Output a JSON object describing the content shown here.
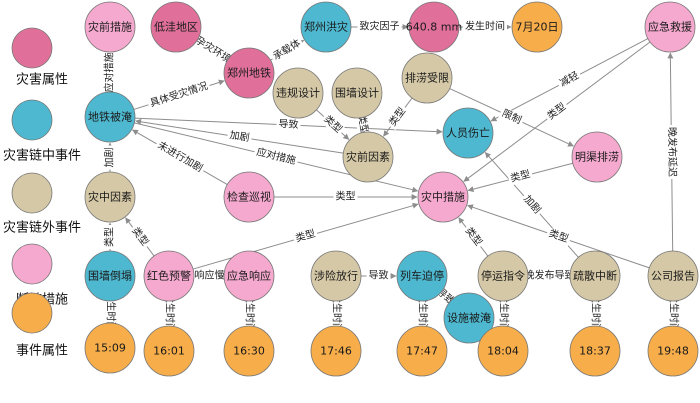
{
  "colors": {
    "attribute": "#e0709a",
    "in_chain": "#4db8cf",
    "out_chain": "#d5c8a6",
    "break_measure": "#f6a9cf",
    "event_attr": "#f6ad4a",
    "edge": "#8d8d8d"
  },
  "legend": [
    {
      "id": "attribute",
      "label": "灾害属性"
    },
    {
      "id": "in_chain",
      "label": "灾害链中事件"
    },
    {
      "id": "out_chain",
      "label": "灾害链外事件"
    },
    {
      "id": "break_measure",
      "label": "断链措施"
    },
    {
      "id": "event_attr",
      "label": "事件属性"
    }
  ],
  "nodes": [
    {
      "id": "zaiqian_cuoshi",
      "label": "灾前措施",
      "type": "break_measure"
    },
    {
      "id": "diwa_diqu",
      "label": "低洼地区",
      "type": "attribute"
    },
    {
      "id": "zhengzhou_hongzai",
      "label": "郑州洪灾",
      "type": "in_chain"
    },
    {
      "id": "mm6408",
      "label": "640.8 mm",
      "type": "attribute"
    },
    {
      "id": "jul20",
      "label": "7月20日",
      "type": "event_attr"
    },
    {
      "id": "yingji_jiuyuan",
      "label": "应急救援",
      "type": "break_measure"
    },
    {
      "id": "zhengzhou_ditie",
      "label": "郑州地铁",
      "type": "attribute"
    },
    {
      "id": "weigui_sheji",
      "label": "违规设计",
      "type": "out_chain"
    },
    {
      "id": "weiqiang_sheji",
      "label": "围墙设计",
      "type": "out_chain"
    },
    {
      "id": "paolao_shouxian",
      "label": "排涝受限",
      "type": "out_chain"
    },
    {
      "id": "ditie_beiyan",
      "label": "地铁被淹",
      "type": "in_chain"
    },
    {
      "id": "zaiqian_yinsu",
      "label": "灾前因素",
      "type": "out_chain"
    },
    {
      "id": "renyuan_shangwang",
      "label": "人员伤亡",
      "type": "in_chain"
    },
    {
      "id": "mingqu_paolao",
      "label": "明渠排涝",
      "type": "break_measure"
    },
    {
      "id": "zaizhong_yinsu",
      "label": "灾中因素",
      "type": "out_chain"
    },
    {
      "id": "jiancha_xunshi",
      "label": "检查巡视",
      "type": "break_measure"
    },
    {
      "id": "zaizhong_cuoshi",
      "label": "灾中措施",
      "type": "break_measure"
    },
    {
      "id": "weiqiang_daota",
      "label": "围墙倒塌",
      "type": "in_chain"
    },
    {
      "id": "hongse_yujing",
      "label": "红色预警",
      "type": "break_measure"
    },
    {
      "id": "yingji_xiangying",
      "label": "应急响应",
      "type": "break_measure"
    },
    {
      "id": "sheyan_fangxing",
      "label": "涉险放行",
      "type": "out_chain"
    },
    {
      "id": "lieche_poting",
      "label": "列车迫停",
      "type": "in_chain"
    },
    {
      "id": "tingyun_zhiling",
      "label": "停运指令",
      "type": "out_chain"
    },
    {
      "id": "shusan_zhongduan",
      "label": "疏散中断",
      "type": "out_chain"
    },
    {
      "id": "gongsi_baogao",
      "label": "公司报告",
      "type": "out_chain"
    },
    {
      "id": "sheshi_beiyan",
      "label": "设施被淹",
      "type": "in_chain"
    },
    {
      "id": "t1509",
      "label": "15:09",
      "type": "event_attr"
    },
    {
      "id": "t1601",
      "label": "16:01",
      "type": "event_attr"
    },
    {
      "id": "t1630",
      "label": "16:30",
      "type": "event_attr"
    },
    {
      "id": "t1746",
      "label": "17:46",
      "type": "event_attr"
    },
    {
      "id": "t1747",
      "label": "17:47",
      "type": "event_attr"
    },
    {
      "id": "t1804",
      "label": "18:04",
      "type": "event_attr"
    },
    {
      "id": "t1837",
      "label": "18:37",
      "type": "event_attr"
    },
    {
      "id": "t1948",
      "label": "19:48",
      "type": "event_attr"
    }
  ],
  "edges": [
    {
      "from": "zhengzhou_hongzai",
      "to": "mm6408",
      "label": "致灾因子"
    },
    {
      "from": "mm6408",
      "to": "jul20",
      "label": "发生时间"
    },
    {
      "from": "zhengzhou_ditie",
      "to": "diwa_diqu",
      "label": "孕灾环境"
    },
    {
      "from": "zhengzhou_ditie",
      "to": "zhengzhou_hongzai",
      "label": "承载体"
    },
    {
      "from": "ditie_beiyan",
      "to": "zaiqian_cuoshi",
      "label": "应对措施"
    },
    {
      "from": "ditie_beiyan",
      "to": "zhengzhou_ditie",
      "label": "具体受灾情况"
    },
    {
      "from": "ditie_beiyan",
      "to": "renyuan_shangwang",
      "label": "导致"
    },
    {
      "from": "zaiqian_yinsu",
      "to": "ditie_beiyan",
      "label": "加剧"
    },
    {
      "from": "jiancha_xunshi",
      "to": "ditie_beiyan",
      "label": "未进行加剧"
    },
    {
      "from": "ditie_beiyan",
      "to": "zaizhong_cuoshi",
      "label": "应对措施"
    },
    {
      "from": "zaizhong_yinsu",
      "to": "ditie_beiyan",
      "label": "加剧"
    },
    {
      "from": "weigui_sheji",
      "to": "zaiqian_yinsu",
      "label": "类型"
    },
    {
      "from": "weiqiang_sheji",
      "to": "zaiqian_yinsu",
      "label": "类型"
    },
    {
      "from": "paolao_shouxian",
      "to": "zaiqian_yinsu",
      "label": "类型"
    },
    {
      "from": "paolao_shouxian",
      "to": "mingqu_paolao",
      "label": "限制"
    },
    {
      "from": "yingji_jiuyuan",
      "to": "renyuan_shangwang",
      "label": "减轻"
    },
    {
      "from": "yingji_jiuyuan",
      "to": "zaizhong_cuoshi",
      "label": "类型"
    },
    {
      "from": "mingqu_paolao",
      "to": "zaizhong_cuoshi",
      "label": "类型"
    },
    {
      "from": "jiancha_xunshi",
      "to": "zaizhong_cuoshi",
      "label": "类型"
    },
    {
      "from": "weiqiang_daota",
      "to": "zaizhong_yinsu",
      "label": "类型"
    },
    {
      "from": "hongse_yujing",
      "to": "zaizhong_yinsu",
      "label": "类型"
    },
    {
      "from": "hongse_yujing",
      "to": "zaizhong_cuoshi",
      "label": "类型"
    },
    {
      "from": "yingji_xiangying",
      "to": "hongse_yujing",
      "label": "响应慢"
    },
    {
      "from": "sheyan_fangxing",
      "to": "lieche_poting",
      "label": "导致"
    },
    {
      "from": "lieche_poting",
      "to": "sheshi_beiyan",
      "label": "导致"
    },
    {
      "from": "tingyun_zhiling",
      "to": "zaizhong_cuoshi",
      "label": "类型"
    },
    {
      "from": "gongsi_baogao",
      "to": "zaizhong_cuoshi",
      "label": "类型"
    },
    {
      "from": "shusan_zhongduan",
      "to": "renyuan_shangwang",
      "label": "加剧"
    },
    {
      "from": "shusan_zhongduan",
      "to": "tingyun_zhiling",
      "label": "晚发布导致"
    },
    {
      "from": "gongsi_baogao",
      "to": "yingji_jiuyuan",
      "label": "晚发布延迟"
    },
    {
      "from": "weiqiang_daota",
      "to": "t1509",
      "label": "发生时间"
    },
    {
      "from": "hongse_yujing",
      "to": "t1601",
      "label": "发生时间"
    },
    {
      "from": "yingji_xiangying",
      "to": "t1630",
      "label": "发生时间"
    },
    {
      "from": "sheyan_fangxing",
      "to": "t1746",
      "label": "发生时间"
    },
    {
      "from": "lieche_poting",
      "to": "t1747",
      "label": "发生时间"
    },
    {
      "from": "tingyun_zhiling",
      "to": "t1804",
      "label": "发生时间"
    },
    {
      "from": "shusan_zhongduan",
      "to": "t1837",
      "label": "发生时间"
    },
    {
      "from": "gongsi_baogao",
      "to": "t1948",
      "label": "发生时间"
    }
  ]
}
